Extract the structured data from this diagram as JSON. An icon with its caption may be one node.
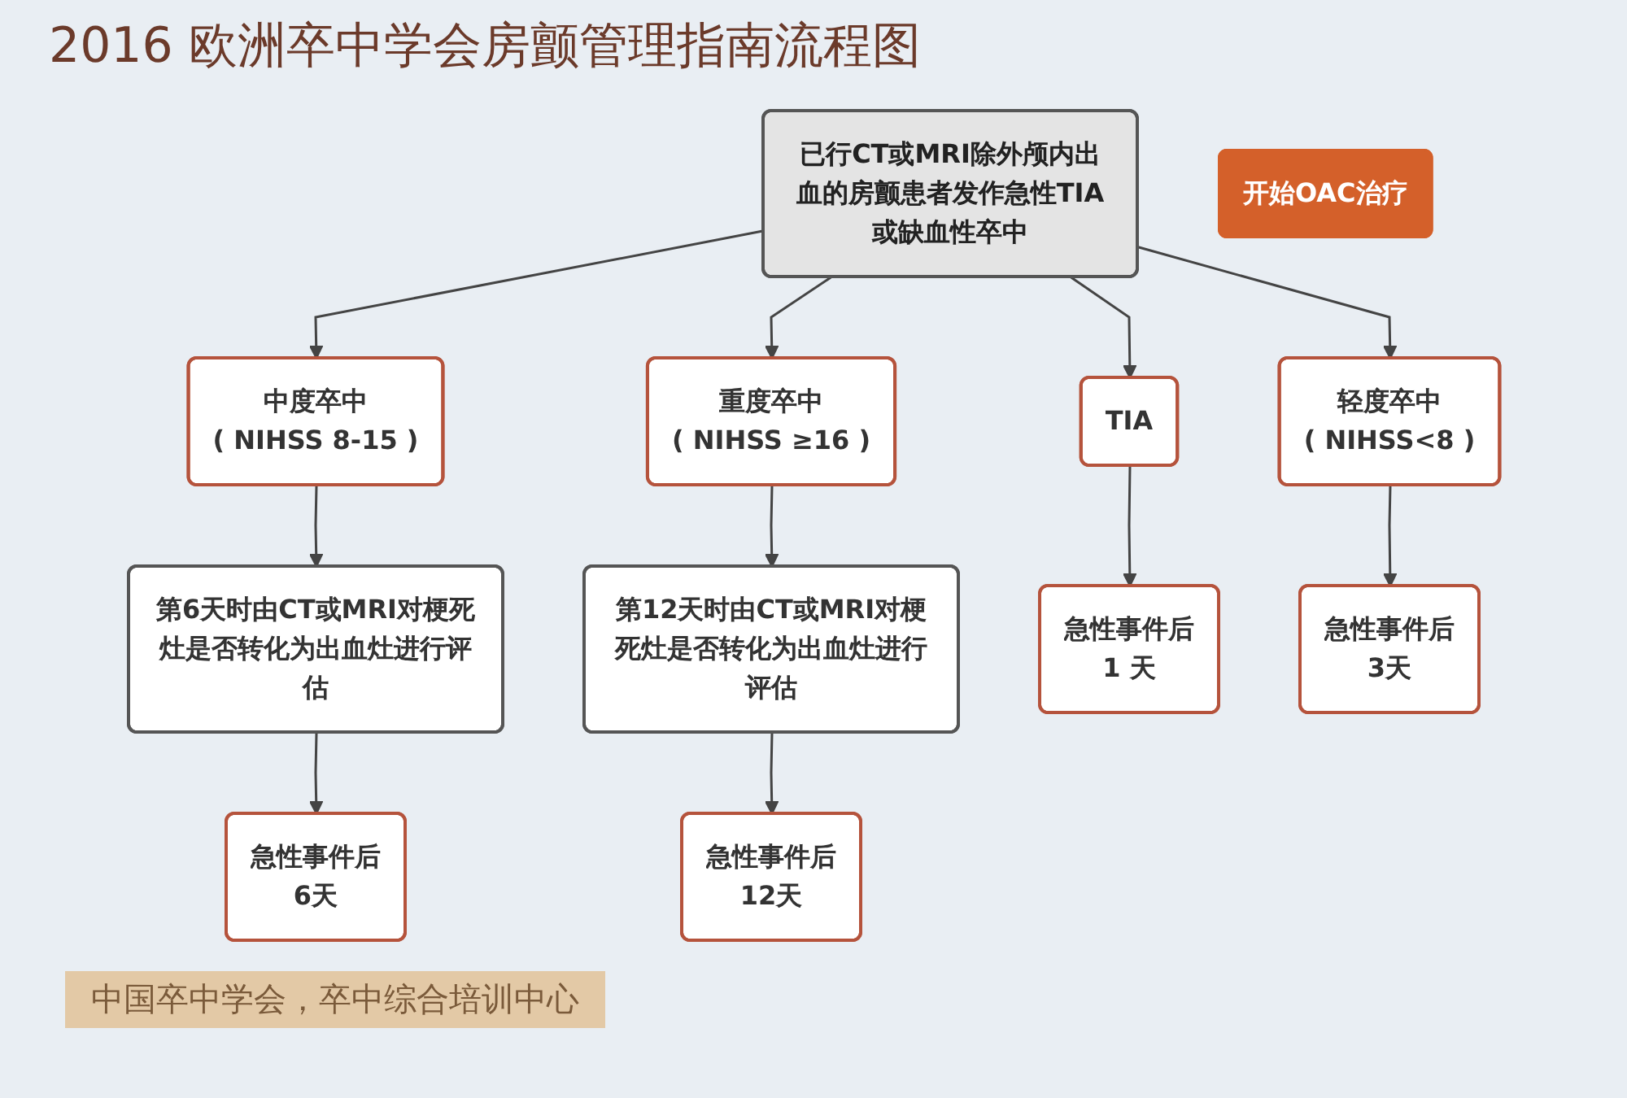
{
  "diagram": {
    "title": "2016 欧洲卒中学会房颤管理指南流程图",
    "caption": "中国卒中学会，卒中综合培训中心",
    "nodes": [
      {
        "text": [
          "已行CT或MRI除外颅内出血的房颤患者发作急性TIA或缺血性卒中"
        ]
      },
      {
        "text": [
          "TIA"
        ]
      },
      {
        "text": [
          "轻度卒中",
          "( NIHSS<8 )"
        ]
      },
      {
        "text": [
          "中度卒中",
          "( NIHSS 8-15 )"
        ]
      },
      {
        "text": [
          "重度卒中",
          "( NIHSS ≥16 )"
        ]
      },
      {
        "text": [
          "第6天时由CT或MRI对梗死灶是否转化为出血灶进行评估"
        ]
      },
      {
        "text": [
          "第12天时由CT或MRI对梗死灶是否转化为出血灶进行评估"
        ]
      },
      {
        "text": [
          "开始OAC治疗"
        ]
      },
      {
        "text": [
          "急性事件后",
          "1 天"
        ]
      },
      {
        "text": [
          "急性事件后",
          "3天"
        ]
      },
      {
        "text": [
          "急性事件后",
          "6天"
        ]
      },
      {
        "text": [
          "急性事件后",
          "12天"
        ]
      }
    ],
    "edges": [
      {
        "from": 0,
        "to": 1,
        "arrow": "to"
      },
      {
        "from": 0,
        "to": 2,
        "arrow": "to"
      },
      {
        "from": 0,
        "to": 3,
        "arrow": "to"
      },
      {
        "from": 0,
        "to": 4,
        "arrow": "to"
      },
      {
        "from": 1,
        "to": 8,
        "arrow": "to"
      },
      {
        "from": 2,
        "to": 9,
        "arrow": "to"
      },
      {
        "from": 3,
        "to": 5,
        "arrow": "to"
      },
      {
        "from": 4,
        "to": 6,
        "arrow": "to"
      },
      {
        "from": 5,
        "to": 10,
        "arrow": "to"
      },
      {
        "from": 6,
        "to": 11,
        "arrow": "to"
      }
    ]
  }
}
